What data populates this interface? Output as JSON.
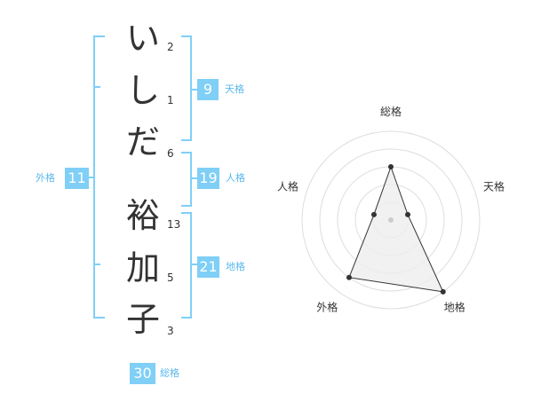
{
  "name": {
    "characters": [
      "い",
      "し",
      "だ",
      "裕",
      "加",
      "子"
    ],
    "strokes": [
      "2",
      "1",
      "6",
      "13",
      "5",
      "3"
    ]
  },
  "scores": {
    "tenkaku": {
      "value": "9",
      "label": "天格"
    },
    "jinkaku": {
      "value": "19",
      "label": "人格"
    },
    "chikaku": {
      "value": "21",
      "label": "地格"
    },
    "gaikaku": {
      "value": "11",
      "label": "外格"
    },
    "soukaku": {
      "value": "30",
      "label": "総格"
    }
  },
  "radar": {
    "axes": [
      "総格",
      "天格",
      "地格",
      "外格",
      "人格"
    ],
    "levels": 5,
    "values": [
      3,
      1,
      5,
      4,
      1
    ],
    "colors": {
      "grid": "#dddddd",
      "fill": "#eeeeee",
      "line": "#333333",
      "center": "#cccccc"
    }
  },
  "colors": {
    "bracket": "#7fcff6",
    "badge": "#7fcff6",
    "badge_label": "#5bb8ec"
  }
}
